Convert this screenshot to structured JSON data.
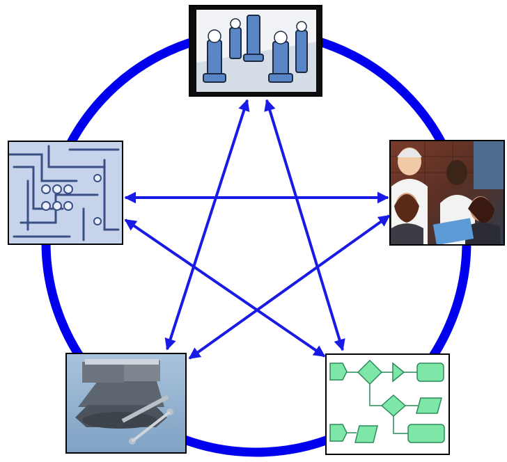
{
  "diagram": {
    "ring_color": "#0000ee",
    "arrow_color": "#1a1ae6",
    "nodes": [
      {
        "id": "strategy",
        "picture": "chess-pieces-photo"
      },
      {
        "id": "technology",
        "picture": "circuit-board-photo"
      },
      {
        "id": "people",
        "picture": "business-team-photo"
      },
      {
        "id": "tools",
        "picture": "bench-vise-photo"
      },
      {
        "id": "process",
        "picture": "flowchart-diagram"
      }
    ],
    "connections": [
      [
        "strategy",
        "tools"
      ],
      [
        "strategy",
        "process"
      ],
      [
        "technology",
        "people"
      ],
      [
        "technology",
        "process"
      ],
      [
        "people",
        "tools"
      ]
    ]
  }
}
